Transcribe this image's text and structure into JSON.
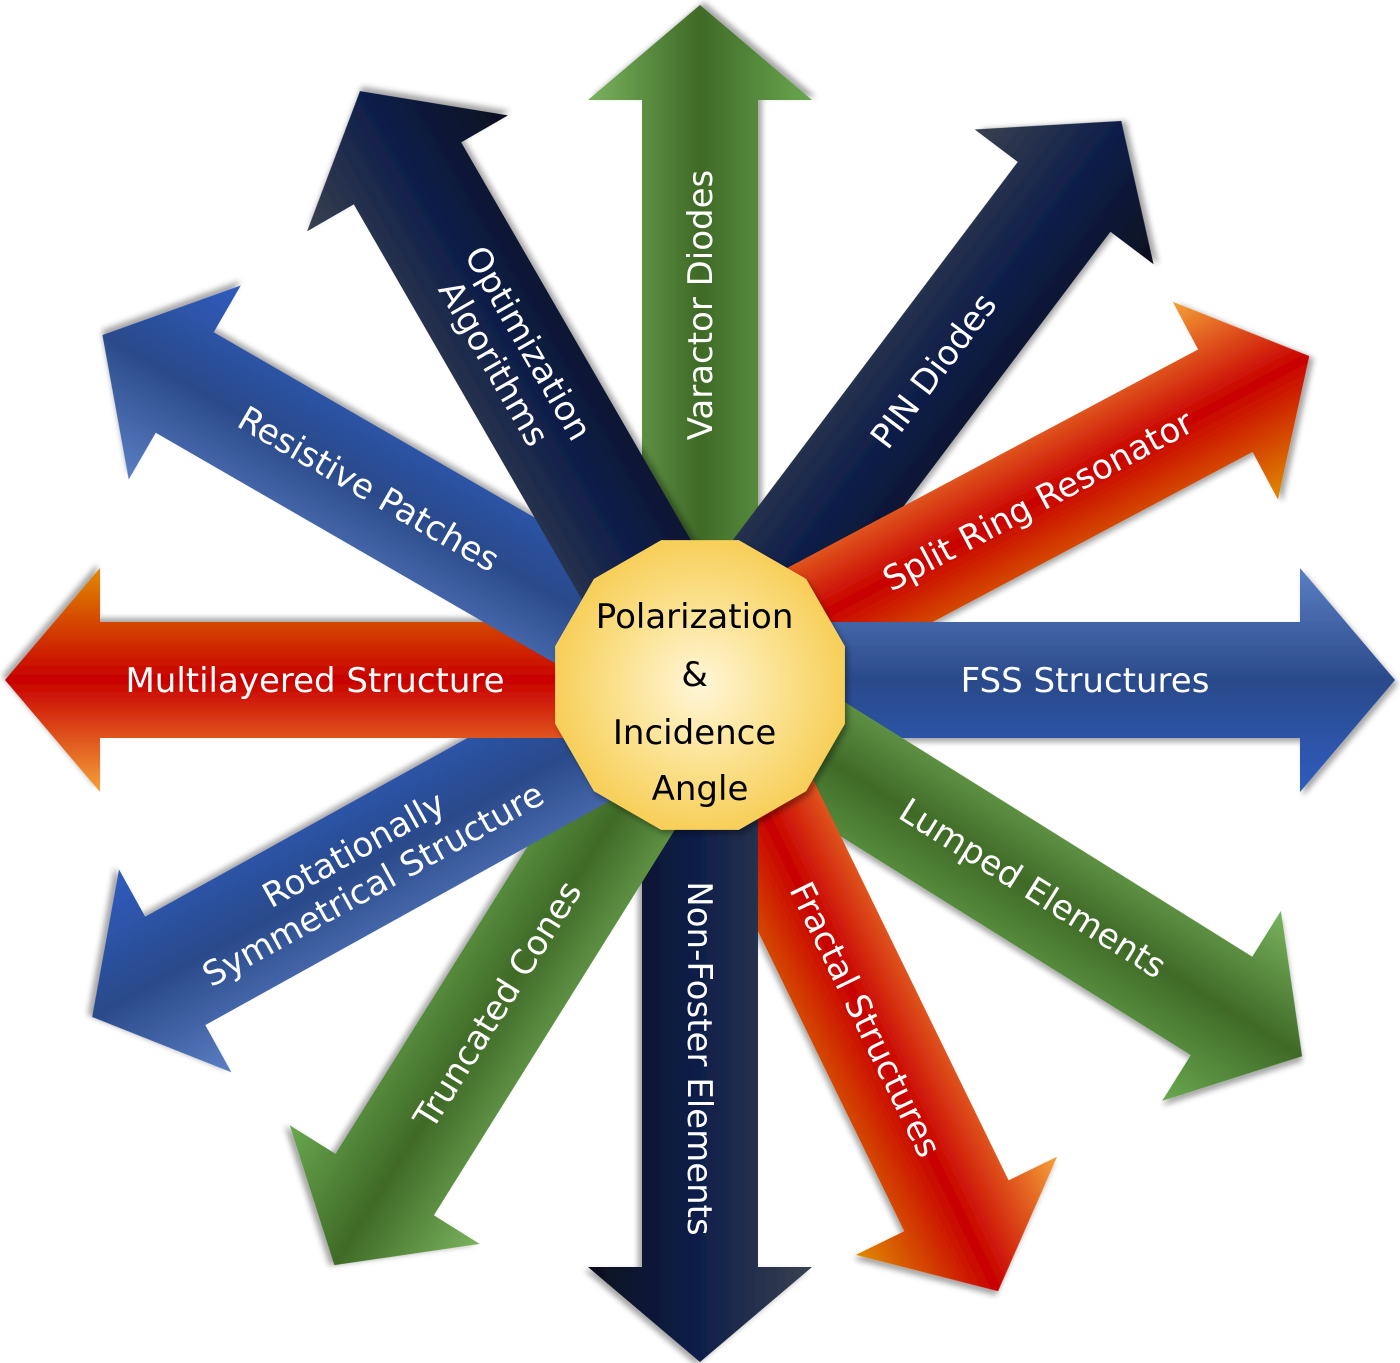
{
  "center": {
    "lines": [
      "Polarization",
      "&",
      "Incidence",
      "Angle"
    ],
    "color": "#f7cf5a"
  },
  "arrows": [
    {
      "label": [
        "Varactor Diodes"
      ],
      "color_scheme": "green",
      "direction_deg": -90
    },
    {
      "label": [
        "PIN Diodes"
      ],
      "color_scheme": "navy",
      "direction_deg": -53
    },
    {
      "label": [
        "Split Ring Resonator"
      ],
      "color_scheme": "red-orange",
      "direction_deg": -28
    },
    {
      "label": [
        "FSS Structures"
      ],
      "color_scheme": "blue",
      "direction_deg": 0
    },
    {
      "label": [
        "Lumped Elements"
      ],
      "color_scheme": "green",
      "direction_deg": 32
    },
    {
      "label": [
        "Fractal Structures"
      ],
      "color_scheme": "red-orange",
      "direction_deg": 64
    },
    {
      "label": [
        "Non-Foster Elements"
      ],
      "color_scheme": "navy",
      "direction_deg": 90
    },
    {
      "label": [
        "Truncated Cones"
      ],
      "color_scheme": "green",
      "direction_deg": 122
    },
    {
      "label": [
        "Rotationally",
        "Symmetrical Structure"
      ],
      "color_scheme": "blue",
      "direction_deg": 151
    },
    {
      "label": [
        "Multilayered Structure"
      ],
      "color_scheme": "red-orange",
      "direction_deg": 180
    },
    {
      "label": [
        "Resistive Patches"
      ],
      "color_scheme": "blue",
      "direction_deg": -150
    },
    {
      "label": [
        "Optimization",
        "Algorithms"
      ],
      "color_scheme": "navy",
      "direction_deg": -120
    }
  ],
  "color_schemes": {
    "green": [
      "#7ab35e",
      "#3f6a27",
      "#6aa84f"
    ],
    "navy": [
      "#3a4150",
      "#0f1f4a",
      "#0a0f1e"
    ],
    "red-orange": [
      "#f5a238",
      "#c80000",
      "#e08a00"
    ],
    "blue": [
      "#5b7fc4",
      "#2a4a8a",
      "#2f5cbf"
    ]
  }
}
